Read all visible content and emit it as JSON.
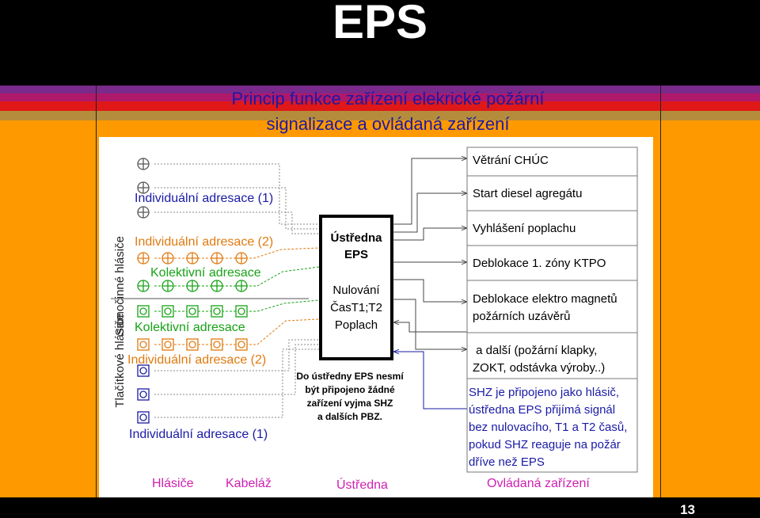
{
  "slide": {
    "title": "EPS",
    "subtitle_line1": "Princip funkce zařízení elekrické požární",
    "subtitle_line2": "signalizace a ovládaná zařízení",
    "page_number": "13"
  },
  "diagram": {
    "side_label_top": "Samočinné hlásiče",
    "side_label_bottom": "Tlačítkové hlásiče",
    "group_labels": {
      "g1": "Individuální adresace (1)",
      "g2": "Individuální adresace (2)",
      "g3": "Kolektivní adresace",
      "g4": "Kolektivní adresace",
      "g5": "Individuální adresace (2)",
      "g6": "Individuální adresace (1)"
    },
    "central": {
      "title_line1": "Ústředna",
      "title_line2": "EPS",
      "line3": "Nulování",
      "line4": "ČasT1;T2",
      "line5": "Poplach"
    },
    "note": [
      "Do ústředny EPS nesmí",
      "být připojeno žádné",
      "zařízení vyjma SHZ",
      "a dalších PBZ."
    ],
    "outputs": [
      [
        "Větrání CHÚC"
      ],
      [
        "Start diesel agregátu"
      ],
      [
        "Vyhlášení poplachu"
      ],
      [
        "Deblokace 1. zóny KTPO"
      ],
      [
        "Deblokace elektro magnetů",
        "požárních uzávěrů"
      ],
      [
        " a další (požární klapky,",
        "ZOKT, odstávka výroby..)"
      ]
    ],
    "shz_note": [
      "SHZ je připojeno jako hlásič,",
      "ústředna EPS přijímá signál",
      "bez nulovacího, T1 a T2 časů,",
      "pokud SHZ reaguje na požár",
      "dříve než EPS"
    ],
    "bottom_labels": {
      "detectors": "Hlásiče",
      "cabling": "Kabeláž",
      "central": "Ústředna",
      "controlled": "Ovládaná zařízení"
    },
    "colors": {
      "blue": "#1a1aa6",
      "orange": "#e07a10",
      "green": "#17a317",
      "magenta": "#d020b0",
      "gray": "#888888"
    }
  }
}
